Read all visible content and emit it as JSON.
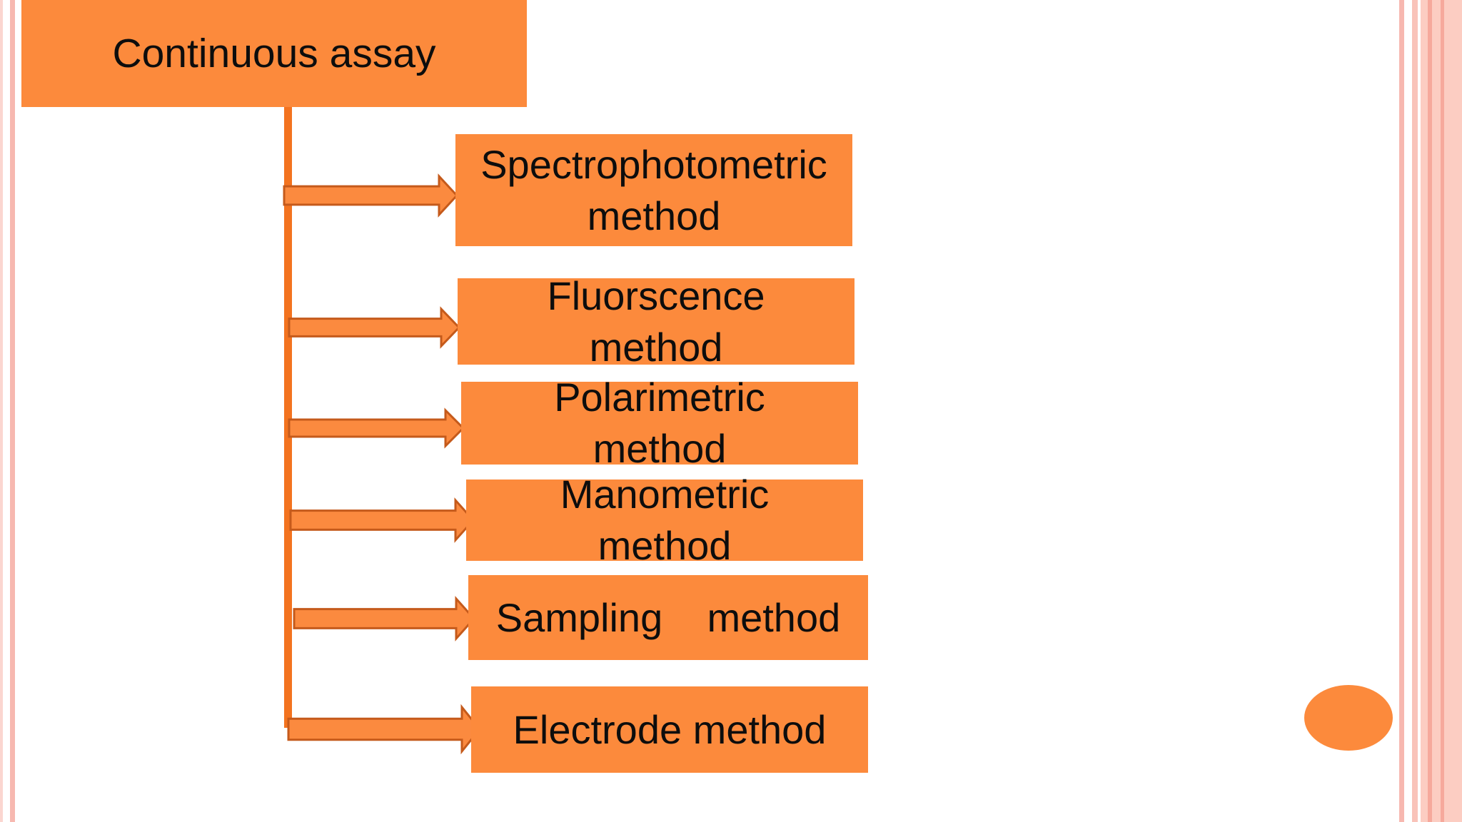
{
  "diagram": {
    "root": {
      "label": "Continuous assay"
    },
    "children": [
      {
        "id": "spectrophotometric",
        "label": "Spectrophotometric\nmethod"
      },
      {
        "id": "fluorscence",
        "label": "Fluorscence\nmethod"
      },
      {
        "id": "polarimetric",
        "label": "Polarimetric\nmethod"
      },
      {
        "id": "manometric",
        "label": "Manometric\nmethod"
      },
      {
        "id": "sampling",
        "label": "Sampling    method"
      },
      {
        "id": "electrode",
        "label": "Electrode method"
      }
    ]
  },
  "colors": {
    "box_fill": "#fc8a3c",
    "arrow_fill": "#fb8a3f",
    "arrow_stroke": "#c55a1b",
    "trunk": "#f3731f",
    "frame_stripe": "#f7b8b0",
    "text": "#0d0d0d"
  }
}
